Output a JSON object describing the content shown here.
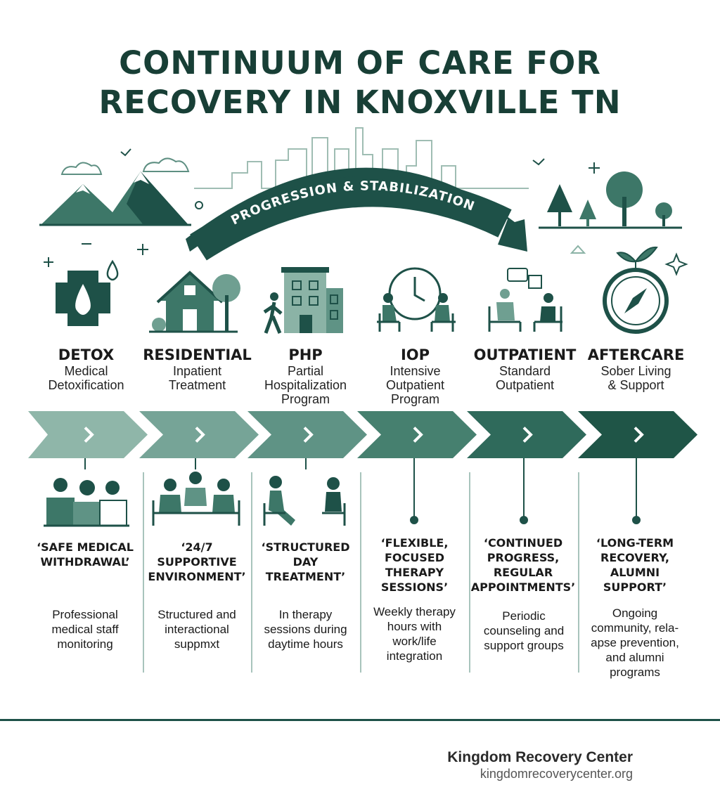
{
  "title": {
    "line1": "CONTINUUM OF CARE FOR",
    "line2": "RECOVERY IN KNOXVILLE TN"
  },
  "arc_label": "PROGRESSION & STABILIZATION",
  "stages": [
    {
      "name": "DETOX",
      "sub": [
        "Medical",
        "Detoxification"
      ],
      "quote": [
        "‘SAFE MEDICAL",
        "WITHDRAWAL’"
      ],
      "desc": [
        "Professional",
        "medical staff",
        "monitoring"
      ]
    },
    {
      "name": "RESIDENTIAL",
      "sub": [
        "Inpatient",
        "Treatment"
      ],
      "quote": [
        "‘24/7",
        "SUPPORTIVE",
        "ENVIRONMENT’"
      ],
      "desc": [
        "Structured and",
        "interactional",
        "suppmxt"
      ]
    },
    {
      "name": "PHP",
      "sub": [
        "Partial",
        "Hospitalization",
        "Program"
      ],
      "quote": [
        "‘STRUCTURED",
        "DAY",
        "TREATMENT’"
      ],
      "desc": [
        "In therapy",
        "sessions during",
        "daytime hours"
      ]
    },
    {
      "name": "IOP",
      "sub": [
        "Intensive",
        "Outpatient",
        "Program"
      ],
      "quote": [
        "‘FLEXIBLE,",
        "FOCUSED",
        "THERAPY",
        "SESSIONS’"
      ],
      "desc": [
        "Weekly therapy",
        "hours with",
        "work/life",
        "integration"
      ]
    },
    {
      "name": "OUTPATIENT",
      "sub": [
        "Standard",
        "Outpatient"
      ],
      "quote": [
        "‘CONTINUED",
        "PROGRESS,",
        "REGULAR",
        "APPOINTMENTS’"
      ],
      "desc": [
        "Periodic",
        "counseling and",
        "support groups"
      ]
    },
    {
      "name": "AFTERCARE",
      "sub": [
        "Sober Living",
        "& Support"
      ],
      "quote": [
        "‘LONG-TERM",
        "RECOVERY,",
        "ALUMNI",
        "SUPPORT’"
      ],
      "desc": [
        "Ongoing",
        "community, rela-",
        "apse prevention,",
        "and alumni",
        "programs"
      ]
    }
  ],
  "icons": [
    "medical-cross-icon",
    "house-icon",
    "hospital-building-icon",
    "clock-group-icon",
    "conversation-icon",
    "compass-icon"
  ],
  "colors": {
    "dark_green": "#1e5148",
    "mid_green": "#3f7a6c",
    "light_green": "#8bb3a6",
    "arrow_shades": [
      "#8fb6a9",
      "#76a497",
      "#5f9385",
      "#46806f",
      "#2f6a5b",
      "#1f5547"
    ]
  },
  "footer": {
    "org": "Kingdom Recovery Center",
    "url": "kingdomrecoverycenter.org"
  }
}
